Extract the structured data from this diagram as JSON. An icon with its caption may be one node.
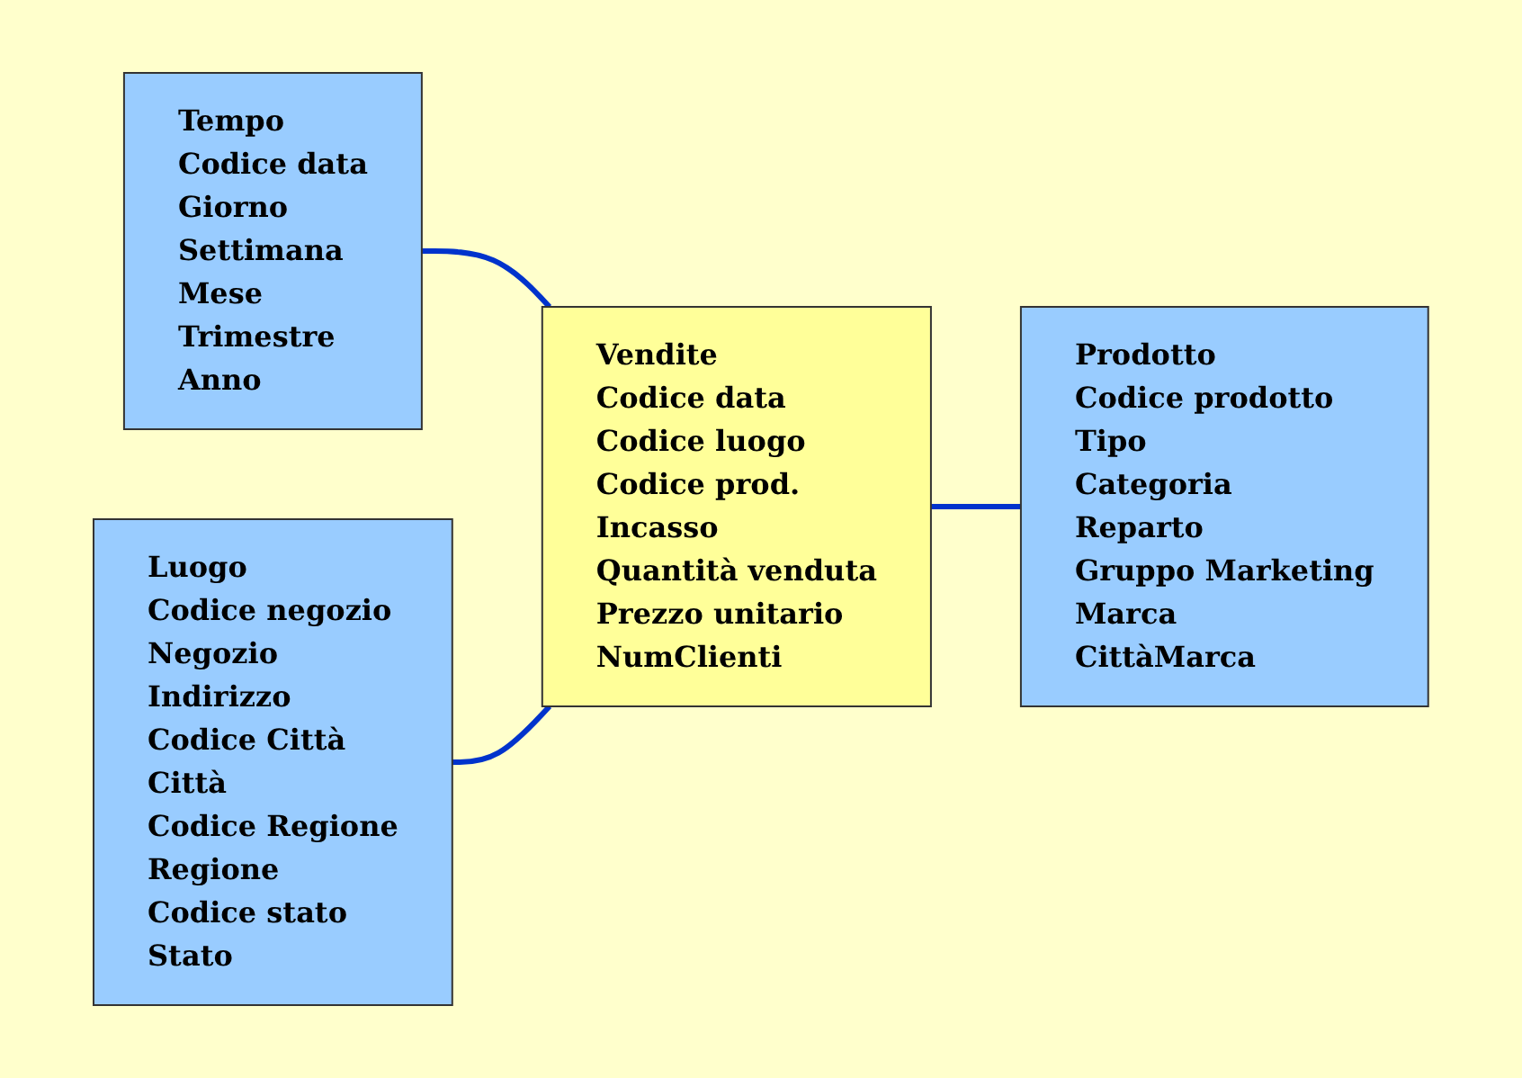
{
  "diagram": {
    "nodes": [
      {
        "text": [
          "Tempo",
          "Codice data",
          "Giorno",
          "Settimana",
          "Mese",
          "Trimestre",
          "Anno"
        ]
      },
      {
        "text": [
          "Vendite",
          "Codice data",
          "Codice luogo",
          "Codice prod.",
          "Incasso",
          "Quantità venduta",
          "Prezzo unitario",
          "NumClienti"
        ]
      },
      {
        "text": [
          "Prodotto",
          "Codice prodotto",
          "Tipo",
          "Categoria",
          "Reparto",
          "Gruppo Marketing",
          "Marca",
          "CittàMarca"
        ]
      },
      {
        "text": [
          "Luogo",
          "Codice negozio",
          "Negozio",
          "Indirizzo",
          "Codice Città",
          "Città",
          "Codice Regione",
          "Regione",
          "Codice stato",
          "Stato"
        ]
      }
    ],
    "edges": [
      {
        "from": 0,
        "to": 1,
        "arrow": "none"
      },
      {
        "from": 3,
        "to": 1,
        "arrow": "none"
      },
      {
        "from": 1,
        "to": 2,
        "arrow": "none"
      }
    ]
  }
}
